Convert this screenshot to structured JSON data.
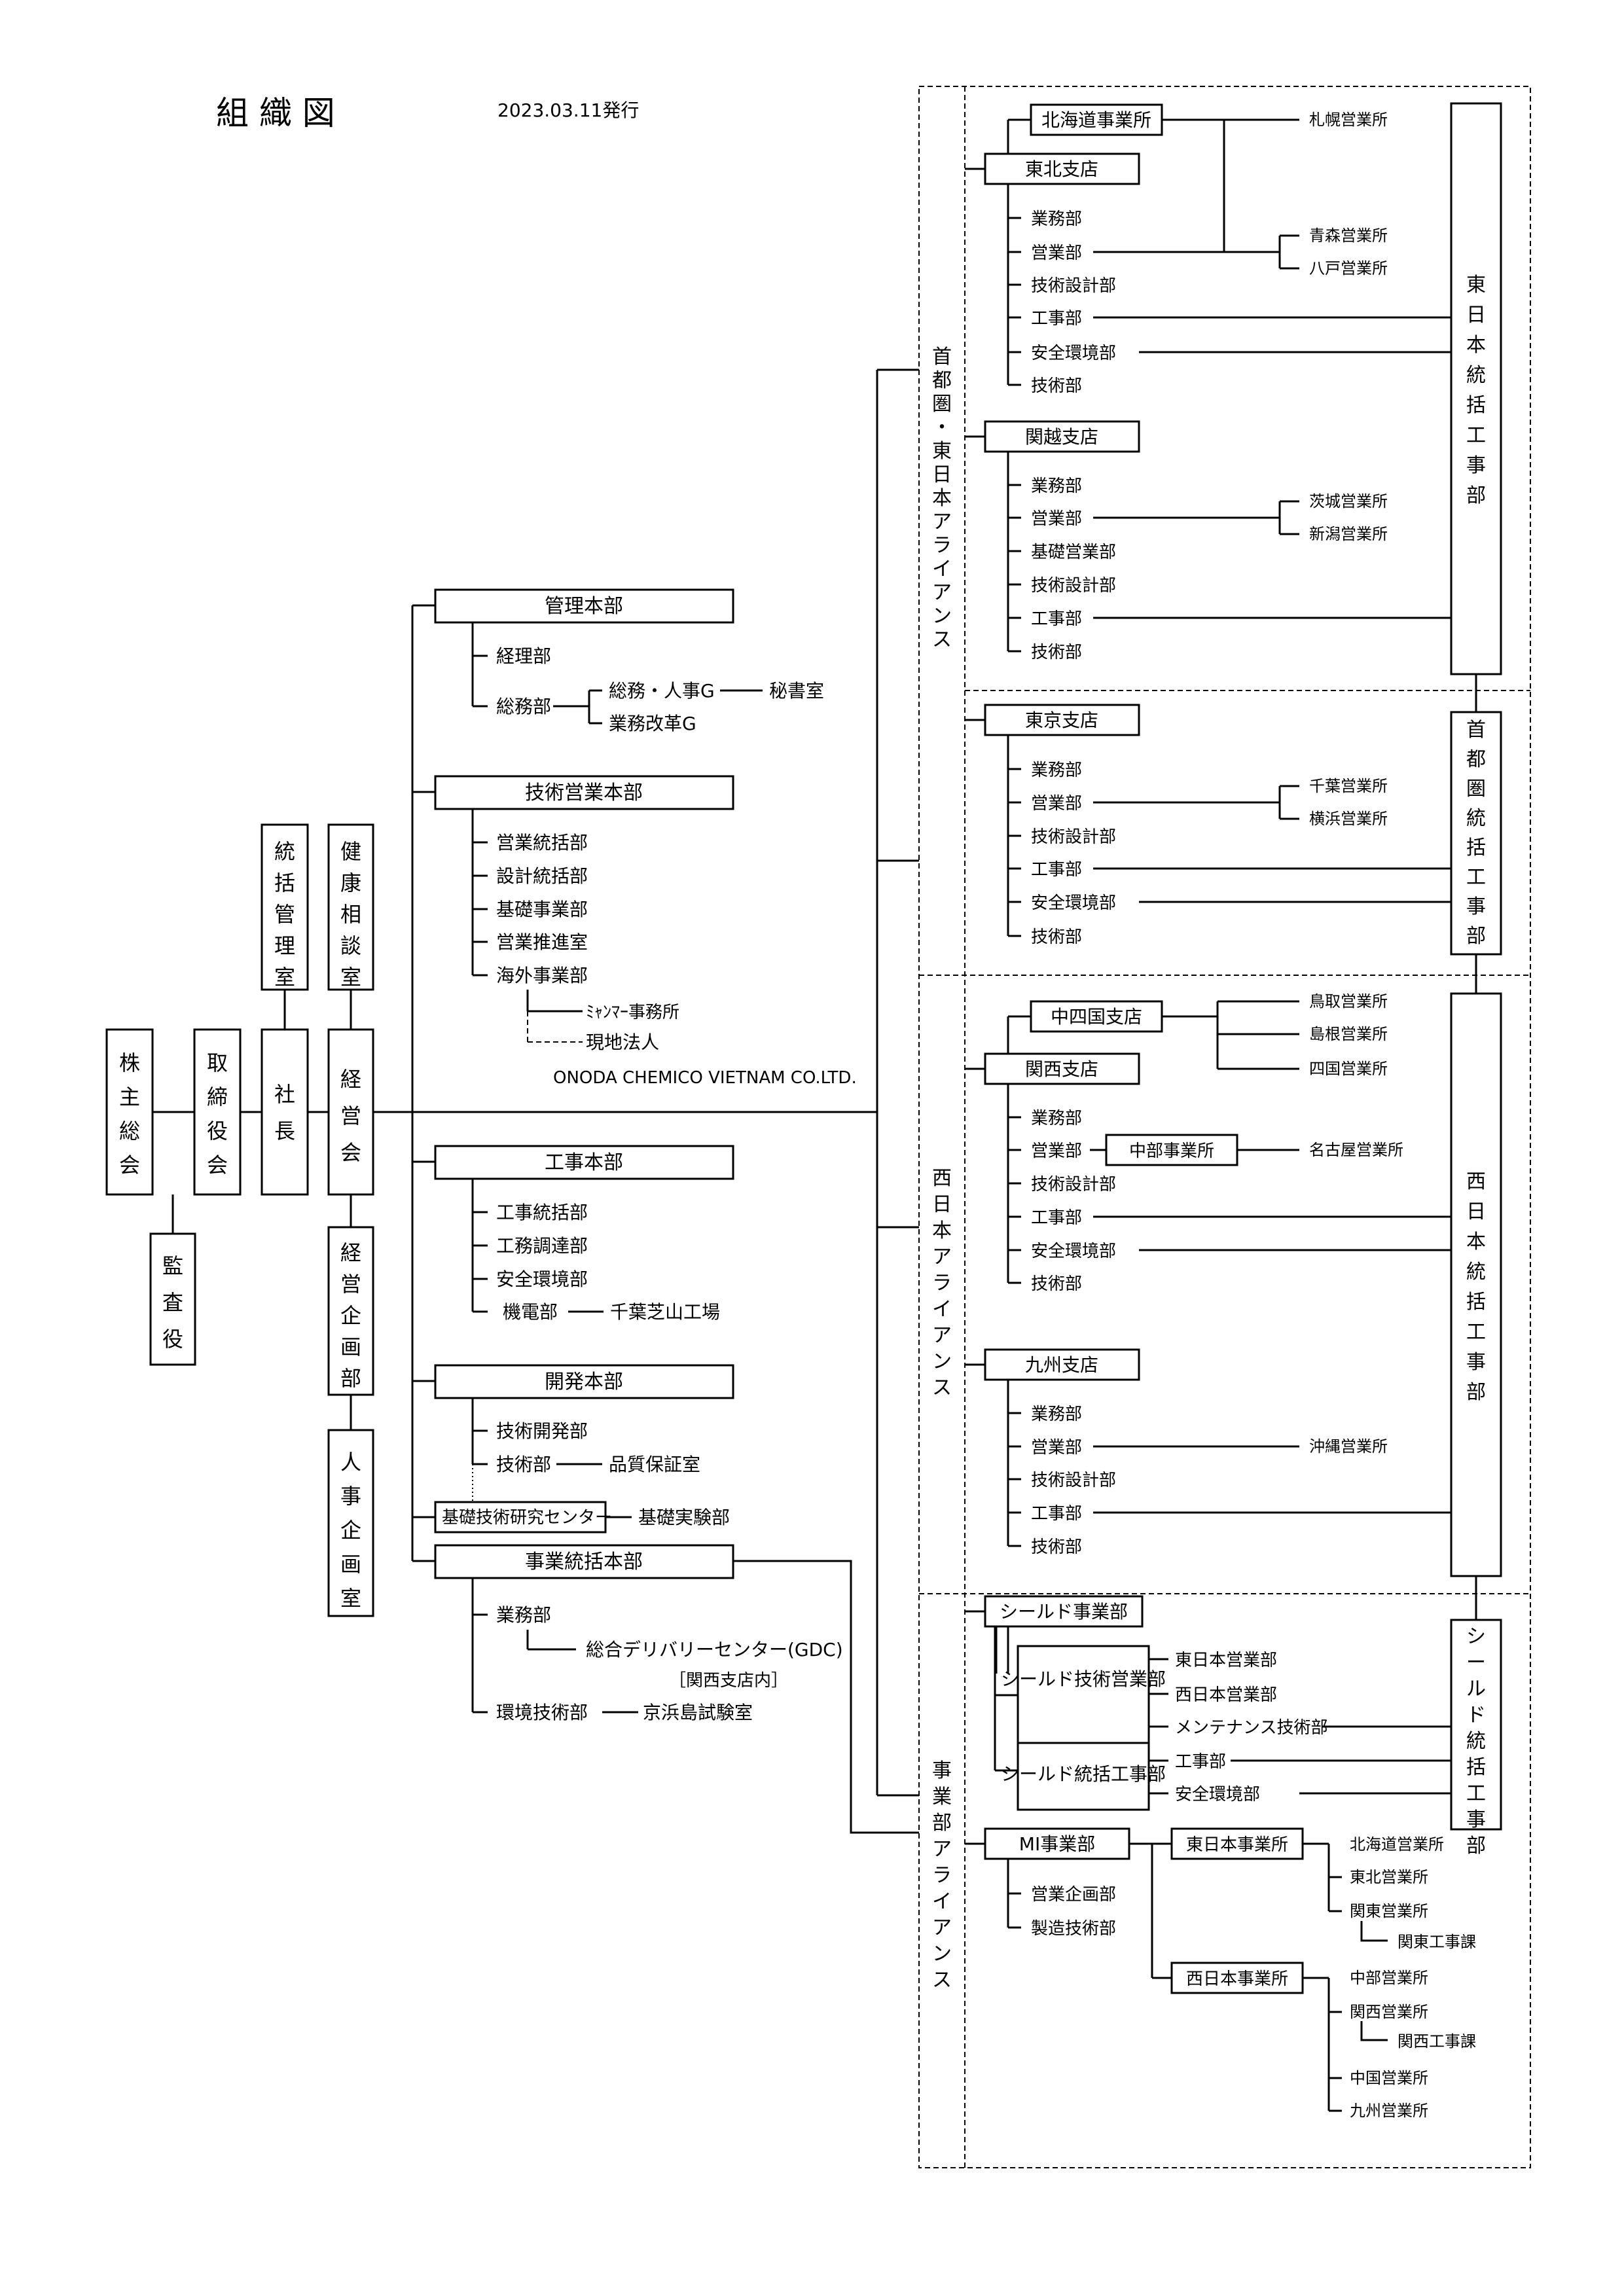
{
  "header": {
    "title": "組 織 図",
    "date": "2023.03.11発行"
  },
  "top": {
    "shareholders": "株主総会",
    "auditor": "監査役",
    "board": "取締役会",
    "president": "社長",
    "mgmt_room": "統括管理室",
    "health_room": "健康相談室",
    "mgmt_meeting": "経営会",
    "planning_dept": "経営企画部",
    "hr_planning": "人事企画室"
  },
  "hq": {
    "admin": {
      "name": "管理本部",
      "keiri": "経理部",
      "somu": "総務部",
      "somu_jinji": "総務・人事G",
      "hisho": "秘書室",
      "gyomu_kaikaku": "業務改革G"
    },
    "tech_sales": {
      "name": "技術営業本部",
      "items": [
        "営業統括部",
        "設計統括部",
        "基礎事業部",
        "営業推進室",
        "海外事業部"
      ],
      "myanmar": "ﾐｬﾝﾏｰ事務所",
      "local": "現地法人",
      "vietnam": "ONODA CHEMICO VIETNAM CO.LTD."
    },
    "construction": {
      "name": "工事本部",
      "items": [
        "工事統括部",
        "工務調達部",
        "安全環境部",
        "機電部"
      ],
      "factory": "千葉芝山工場"
    },
    "dev": {
      "name": "開発本部",
      "gijutsu_kaihatsu": "技術開発部",
      "gijutsu": "技術部",
      "quality": "品質保証室",
      "research": "基礎技術研究センター",
      "lab": "基礎実験部"
    },
    "biz": {
      "name": "事業統括本部",
      "gyomu": "業務部",
      "gdc": "総合デリバリーセンター(GDC)",
      "gdc_note": "［関西支店内］",
      "env": "環境技術部",
      "keihin": "京浜島試験室"
    }
  },
  "alliance": {
    "east_label": "首都圏・東日本アライアンス",
    "west_label": "西日本アライアンス",
    "biz_label": "事業部アライアンス",
    "hokkaido": "北海道事業所",
    "sapporo": "札幌営業所",
    "tohoku": {
      "name": "東北支店",
      "items": [
        "業務部",
        "営業部",
        "技術設計部",
        "工事部",
        "安全環境部",
        "技術部"
      ],
      "offices": [
        "青森営業所",
        "八戸営業所"
      ]
    },
    "kanetsu": {
      "name": "関越支店",
      "items": [
        "業務部",
        "営業部",
        "基礎営業部",
        "技術設計部",
        "工事部",
        "技術部"
      ],
      "offices": [
        "茨城営業所",
        "新潟営業所"
      ]
    },
    "east_hq": "東日本統括工事部",
    "tokyo": {
      "name": "東京支店",
      "items": [
        "業務部",
        "営業部",
        "技術設計部",
        "工事部",
        "安全環境部",
        "技術部"
      ],
      "offices": [
        "千葉営業所",
        "横浜営業所"
      ]
    },
    "capital_hq": "首都圏統括工事部",
    "chushikoku": "中四国支店",
    "chushikoku_offices": [
      "鳥取営業所",
      "島根営業所",
      "四国営業所"
    ],
    "kansai": {
      "name": "関西支店",
      "items": [
        "業務部",
        "営業部",
        "技術設計部",
        "工事部",
        "安全環境部",
        "技術部"
      ],
      "chubu": "中部事業所",
      "nagoya": "名古屋営業所"
    },
    "west_hq": "西日本統括工事部",
    "kyushu": {
      "name": "九州支店",
      "items": [
        "業務部",
        "営業部",
        "技術設計部",
        "工事部",
        "技術部"
      ],
      "okinawa": "沖縄営業所"
    },
    "shield": {
      "name": "シールド事業部",
      "sales_box": "シールド技術営業部",
      "const_box": "シールド統括工事部",
      "sales_items": [
        "東日本営業部",
        "西日本営業部",
        "メンテナンス技術部"
      ],
      "const_items": [
        "工事部",
        "安全環境部"
      ],
      "hq": "シールド統括工事部"
    },
    "mi": {
      "name": "MI事業部",
      "items": [
        "営業企画部",
        "製造技術部"
      ],
      "east": "東日本事業所",
      "east_offices": [
        "北海道営業所",
        "東北営業所",
        "関東営業所"
      ],
      "east_sub": "関東工事課",
      "west": "西日本事業所",
      "west_offices": [
        "中部営業所",
        "関西営業所",
        "中国営業所",
        "九州営業所"
      ],
      "west_sub": "関西工事課"
    }
  }
}
